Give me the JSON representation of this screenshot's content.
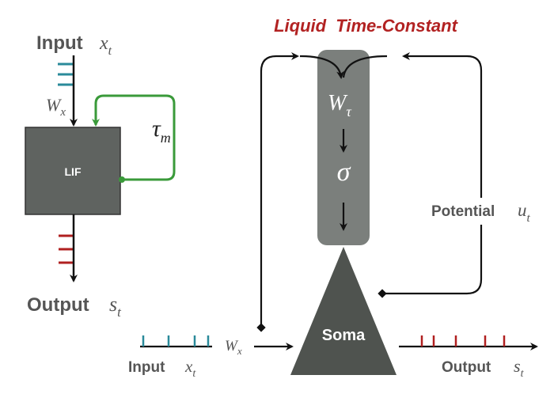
{
  "title": "Liquid  Time-Constant",
  "colors": {
    "title": "#b22222",
    "block": "#5f6360",
    "block_dark": "#4f534f",
    "green": "#3a9a3a",
    "teal": "#2a8a9a",
    "red": "#b02020",
    "arrow": "#111111",
    "label": "#555555"
  },
  "left": {
    "input_label": "Input",
    "input_var": "x",
    "input_sub": "t",
    "weight_var": "W",
    "weight_sub": "x",
    "lif_label": "LIF",
    "tau_var": "τ",
    "tau_sub": "m",
    "output_label": "Output",
    "output_var": "s",
    "output_sub": "t"
  },
  "right": {
    "w_tau_var": "W",
    "w_tau_sub": "τ",
    "sigma": "σ",
    "soma_label": "Soma",
    "potential_label": "Potential",
    "potential_var": "u",
    "potential_sub": "t",
    "input_label": "Input",
    "input_var": "x",
    "input_sub": "t",
    "weight_var": "W",
    "weight_sub": "x",
    "output_label": "Output",
    "output_var": "s",
    "output_sub": "t"
  }
}
